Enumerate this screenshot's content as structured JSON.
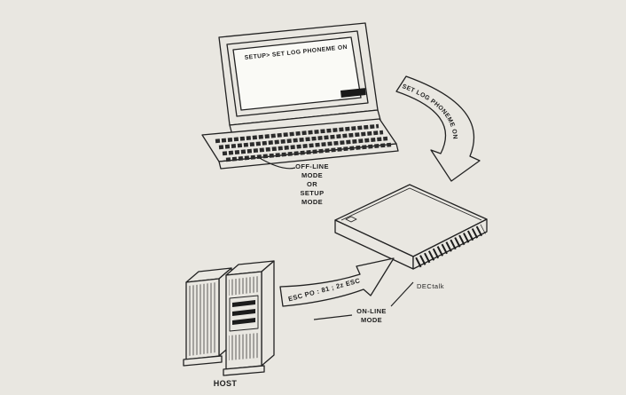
{
  "palette": {
    "background": "#e9e7e1",
    "ink": "#1f1f1f",
    "screen": "#fafaf6",
    "badge": "#1a1a1a"
  },
  "terminal": {
    "screen_text": "SETUP> SET LOG PHONEME ON"
  },
  "labels": {
    "curved_arrow": "SET LOG PHONEME ON",
    "offline_mode": [
      "OFF-LINE",
      "MODE",
      "OR",
      "SETUP",
      "MODE"
    ],
    "esc_sequence": "ESC  PO : 81 ; 2z  ESC",
    "online_mode": [
      "ON-LINE",
      "MODE"
    ],
    "dectalk": "DECtalk",
    "host": "HOST"
  }
}
